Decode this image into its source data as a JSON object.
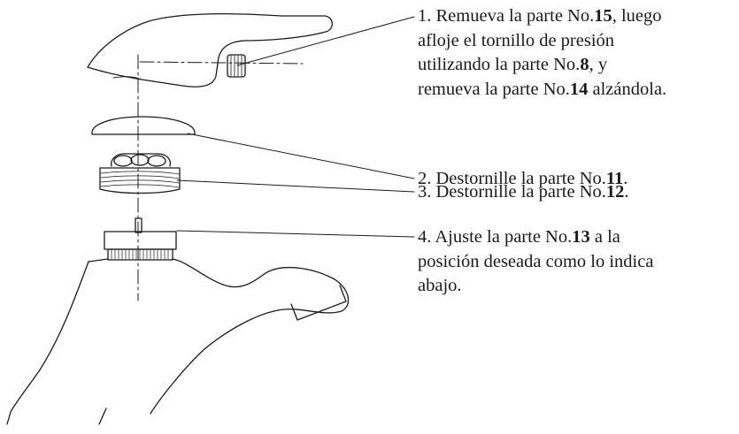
{
  "steps": [
    {
      "number": "1.",
      "lines": [
        [
          "Remueva la parte No.",
          "15",
          ", luego"
        ],
        [
          "afloje el tornillo de presión"
        ],
        [
          "utilizando la parte No.",
          "8",
          ", y"
        ],
        [
          "remueva la parte No.",
          "14",
          " alzándola."
        ]
      ]
    },
    {
      "number": "2.",
      "lines": [
        [
          "Destornille la parte No.",
          "11",
          "."
        ]
      ]
    },
    {
      "number": "3.",
      "lines": [
        [
          "Destornille la parte No.",
          "12",
          "."
        ]
      ]
    },
    {
      "number": "4.",
      "lines": [
        [
          "Ajuste la parte No.",
          "13",
          " a la"
        ],
        [
          "posición deseada como lo indica"
        ],
        [
          "abajo."
        ]
      ]
    }
  ],
  "colors": {
    "line": "#1a1a1a",
    "text": "#1a1a1a"
  }
}
